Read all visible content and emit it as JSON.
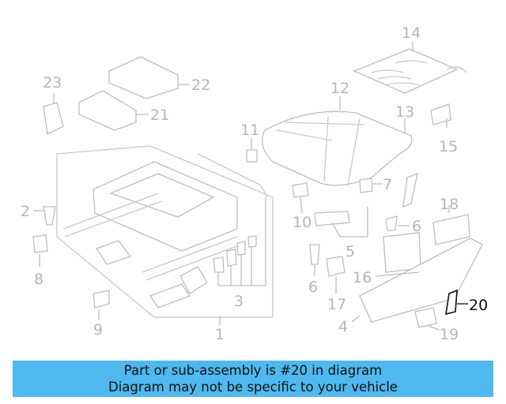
{
  "callouts": {
    "c1": "1",
    "c2": "2",
    "c3": "3",
    "c4": "4",
    "c5": "5",
    "c6a": "6",
    "c6b": "6",
    "c7": "7",
    "c8": "8",
    "c9": "9",
    "c10": "10",
    "c11": "11",
    "c12": "12",
    "c13": "13",
    "c14": "14",
    "c15": "15",
    "c16": "16",
    "c17": "17",
    "c18": "18",
    "c19": "19",
    "c20": "20",
    "c21": "21",
    "c22": "22",
    "c23": "23"
  },
  "highlighted_part": "20",
  "banner": {
    "line1": "Part or sub-assembly is #20 in diagram",
    "line2": "Diagram may not be specific to your vehicle"
  },
  "colors": {
    "banner_bg": "#4fb8ee",
    "highlight": "#111111",
    "faded": "#b5b5b5"
  }
}
